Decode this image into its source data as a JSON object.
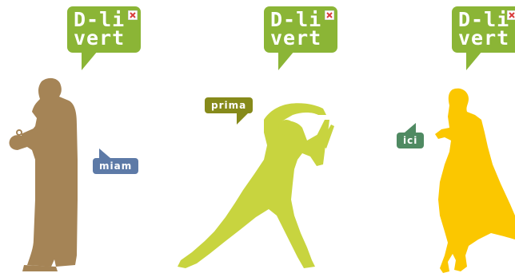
{
  "logo": {
    "line1": "D-li",
    "line2": "vert"
  },
  "tags": {
    "left": "miam",
    "middle": "prima",
    "right": "ici"
  },
  "colors": {
    "logo_green": "#8bb536",
    "figure_left": "#a58456",
    "figure_middle": "#c8d43f",
    "figure_right": "#fbc700",
    "tag_miam": "#5d7aa7",
    "tag_prima": "#868a1a",
    "tag_ici": "#4f8a62",
    "x_icon_red": "#d93c3c"
  }
}
